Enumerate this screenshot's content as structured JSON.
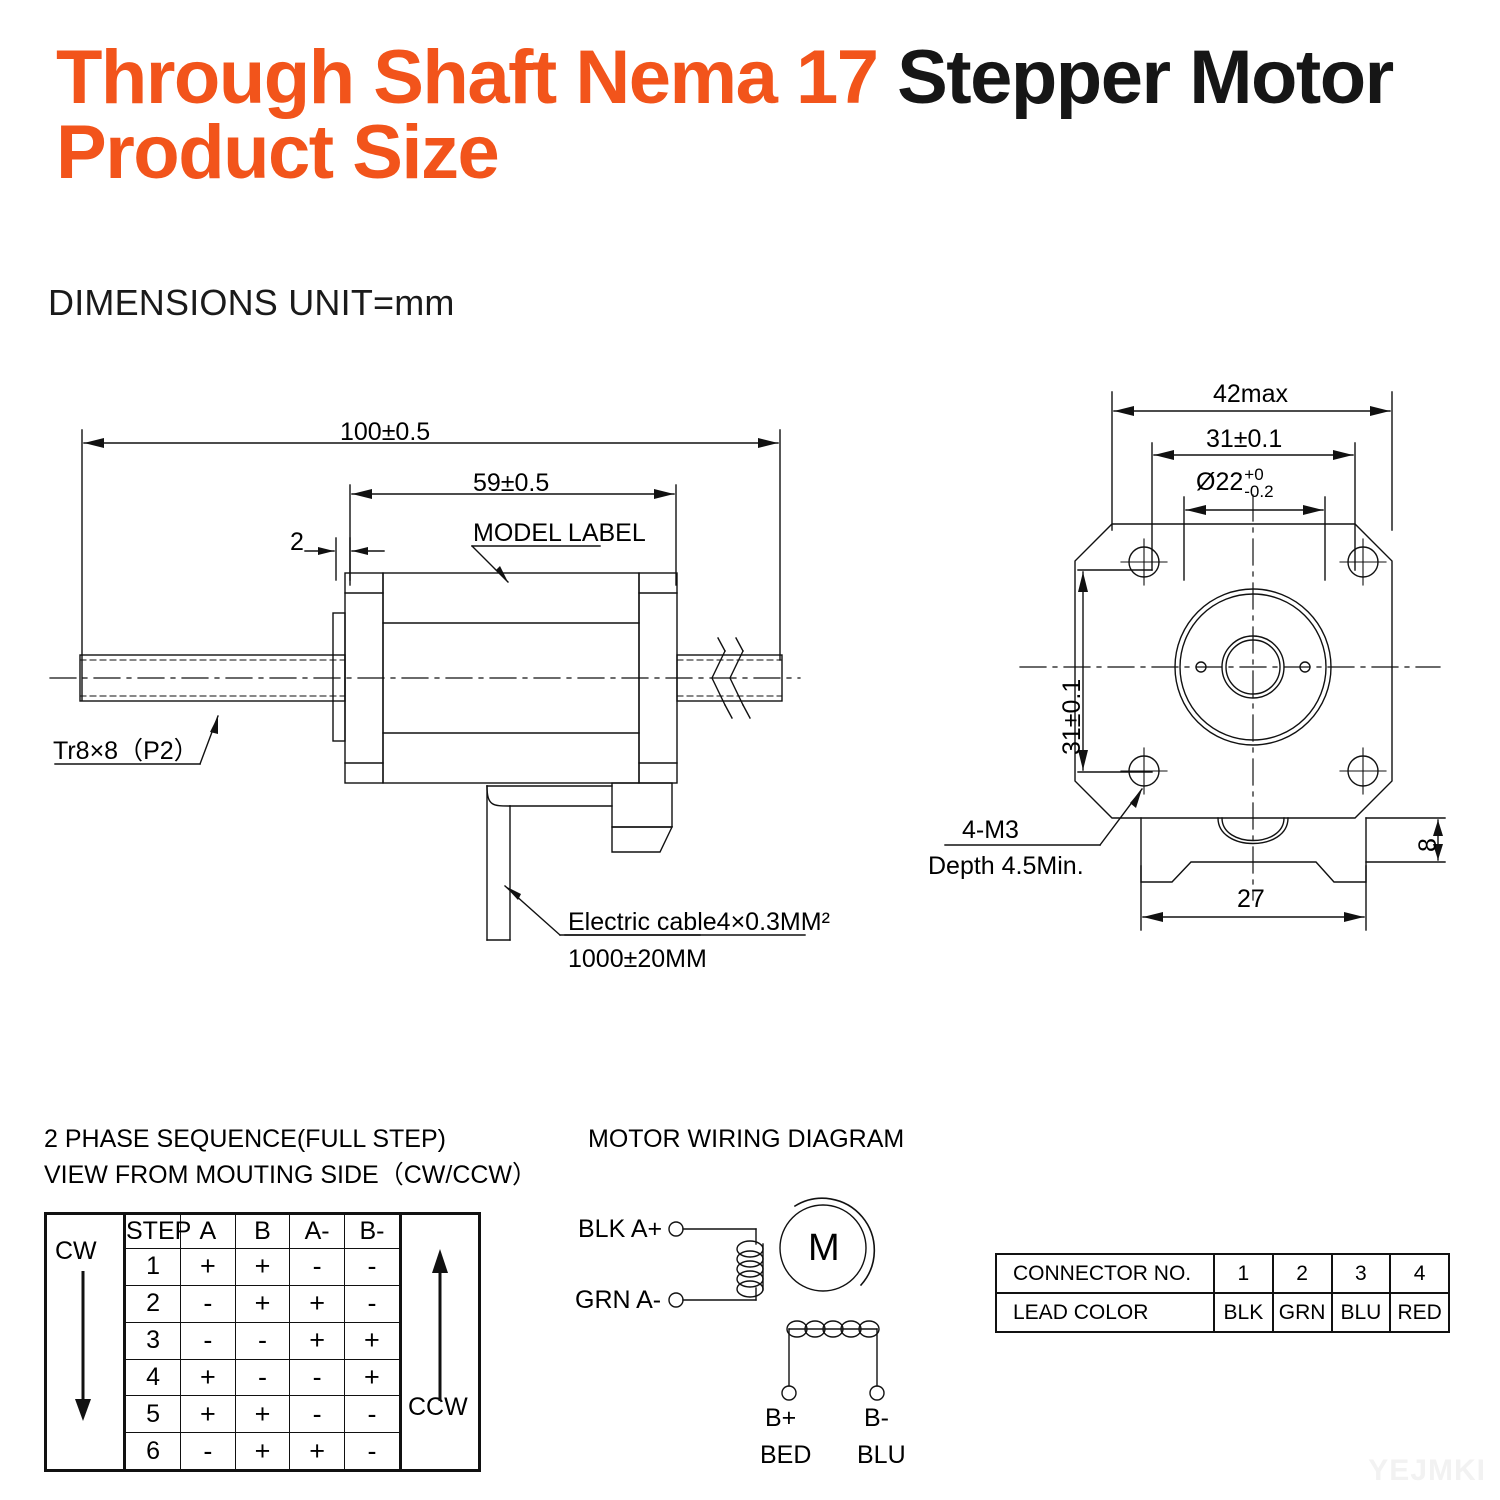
{
  "title": {
    "highlight_1": "Through Shaft Nema 17",
    "plain_1": " Stepper Motor",
    "line_2": "Product Size",
    "accent_color": "#F2541B",
    "plain_color": "#161616"
  },
  "units_note": "DIMENSIONS UNIT=mm",
  "ghost_note": "",
  "side_view": {
    "dim_overall": "100±0.5",
    "dim_body": "59±0.5",
    "dim_small": "2",
    "label_model": "MODEL LABEL",
    "label_thread": "Tr8×8（P2）",
    "label_cable_line1": "Electric cable4×0.3MM²",
    "label_cable_line2": "1000±20MM"
  },
  "front_view": {
    "dim_width": "42max",
    "dim_bolt_h": "31±0.1",
    "dim_bolt_v": "31±0.1",
    "dim_pilot_main": "Ø22",
    "dim_pilot_upper": "+0",
    "dim_pilot_lower": "-0.2",
    "label_thread_line1": "4-M3",
    "label_thread_line2": "Depth 4.5Min.",
    "dim_boss_width": "27",
    "dim_boss_height": "8"
  },
  "phase_section": {
    "heading_line1": "2 PHASE SEQUENCE(FULL STEP)",
    "heading_line2": "VIEW FROM MOUTING SIDE（CW/CCW）",
    "cw_label": "CW",
    "ccw_label": "CCW",
    "columns": [
      "STEP",
      "A",
      "B",
      "A-",
      "B-"
    ],
    "rows": [
      {
        "step": "1",
        "a": "+",
        "b": "+",
        "an": "-",
        "bn": "-"
      },
      {
        "step": "2",
        "a": "-",
        "b": "+",
        "an": "+",
        "bn": "-"
      },
      {
        "step": "3",
        "a": "-",
        "b": "-",
        "an": "+",
        "bn": "+"
      },
      {
        "step": "4",
        "a": "+",
        "b": "-",
        "an": "-",
        "bn": "+"
      },
      {
        "step": "5",
        "a": "+",
        "b": "+",
        "an": "-",
        "bn": "-"
      },
      {
        "step": "6",
        "a": "-",
        "b": "+",
        "an": "+",
        "bn": "-"
      }
    ]
  },
  "wiring": {
    "heading": "MOTOR WIRING DIAGRAM",
    "terminal_a_plus": "BLK A+",
    "terminal_a_minus": "GRN A-",
    "motor_symbol": "M",
    "terminal_b_plus_line1": "B+",
    "terminal_b_plus_line2": "BED",
    "terminal_b_minus_line1": "B-",
    "terminal_b_minus_line2": "BLU"
  },
  "connector_table": {
    "row1_label": "CONNECTOR NO.",
    "row1_values": [
      "1",
      "2",
      "3",
      "4"
    ],
    "row2_label": "LEAD COLOR",
    "row2_values": [
      "BLK",
      "GRN",
      "BLU",
      "RED"
    ]
  },
  "watermark": "YEJMKI"
}
